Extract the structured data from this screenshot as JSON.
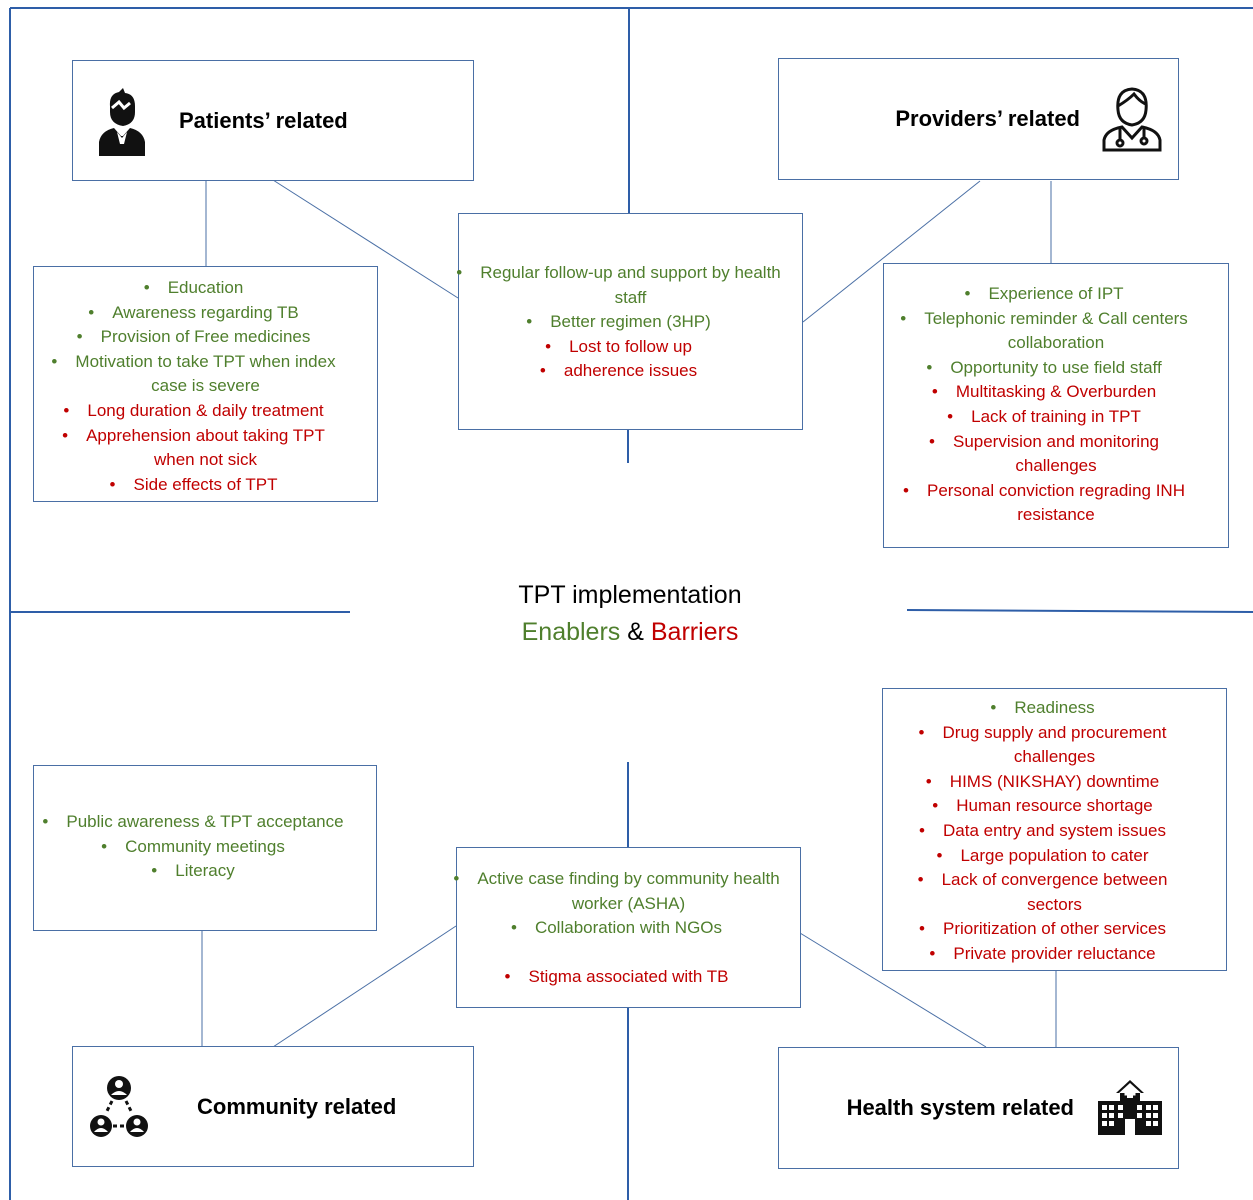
{
  "center": {
    "title": "TPT implementation",
    "enablers": "Enablers",
    "amp": "&",
    "barriers": "Barriers"
  },
  "colors": {
    "enabler": "#4f7f2d",
    "barrier": "#c00000",
    "lines": "#4a6fa5"
  },
  "patients": {
    "title": "Patients’ related",
    "icon": "patient-icon",
    "items": [
      {
        "text": "Education",
        "type": "enabler"
      },
      {
        "text": "Awareness regarding TB",
        "type": "enabler"
      },
      {
        "text": "Provision of Free medicines",
        "type": "enabler"
      },
      {
        "text": "Motivation to take TPT when index case is severe",
        "type": "enabler"
      },
      {
        "text": "Long duration & daily treatment",
        "type": "barrier"
      },
      {
        "text": "Apprehension about taking TPT when not sick",
        "type": "barrier"
      },
      {
        "text": "Side effects of TPT",
        "type": "barrier"
      }
    ]
  },
  "shared_top": {
    "items": [
      {
        "text": "Regular follow-up and support by health staff",
        "type": "enabler"
      },
      {
        "text": "Better regimen (3HP)",
        "type": "enabler"
      },
      {
        "text": "Lost to follow up",
        "type": "barrier"
      },
      {
        "text": "adherence issues",
        "type": "barrier"
      }
    ]
  },
  "providers": {
    "title": "Providers’ related",
    "icon": "doctor-icon",
    "items": [
      {
        "text": "Experience of IPT",
        "type": "enabler"
      },
      {
        "text": "Telephonic reminder & Call centers collaboration",
        "type": "enabler"
      },
      {
        "text": "Opportunity to use field staff",
        "type": "enabler"
      },
      {
        "text": "Multitasking & Overburden",
        "type": "barrier"
      },
      {
        "text": "Lack of training in TPT",
        "type": "barrier"
      },
      {
        "text": "Supervision and monitoring challenges",
        "type": "barrier"
      },
      {
        "text": "Personal conviction regrading INH resistance",
        "type": "barrier"
      }
    ]
  },
  "community": {
    "title": "Community related",
    "icon": "community-icon",
    "items": [
      {
        "text": "Public awareness & TPT acceptance",
        "type": "enabler"
      },
      {
        "text": "Community meetings",
        "type": "enabler"
      },
      {
        "text": "Literacy",
        "type": "enabler"
      }
    ]
  },
  "shared_bottom": {
    "items": [
      {
        "text": "Active case finding by community health worker (ASHA)",
        "type": "enabler"
      },
      {
        "text": "Collaboration with NGOs",
        "type": "enabler"
      },
      {
        "text": "Stigma associated with TB",
        "type": "barrier"
      }
    ]
  },
  "health_system": {
    "title": "Health system related",
    "icon": "hospital-icon",
    "items": [
      {
        "text": "Readiness",
        "type": "enabler"
      },
      {
        "text": "Drug supply and procurement challenges",
        "type": "barrier"
      },
      {
        "text": "HIMS (NIKSHAY) downtime",
        "type": "barrier"
      },
      {
        "text": "Human resource shortage",
        "type": "barrier"
      },
      {
        "text": "Data entry and system issues",
        "type": "barrier"
      },
      {
        "text": "Large population to cater",
        "type": "barrier"
      },
      {
        "text": "Lack of convergence between sectors",
        "type": "barrier"
      },
      {
        "text": "Prioritization of other services",
        "type": "barrier"
      },
      {
        "text": "Private provider reluctance",
        "type": "barrier"
      }
    ]
  }
}
